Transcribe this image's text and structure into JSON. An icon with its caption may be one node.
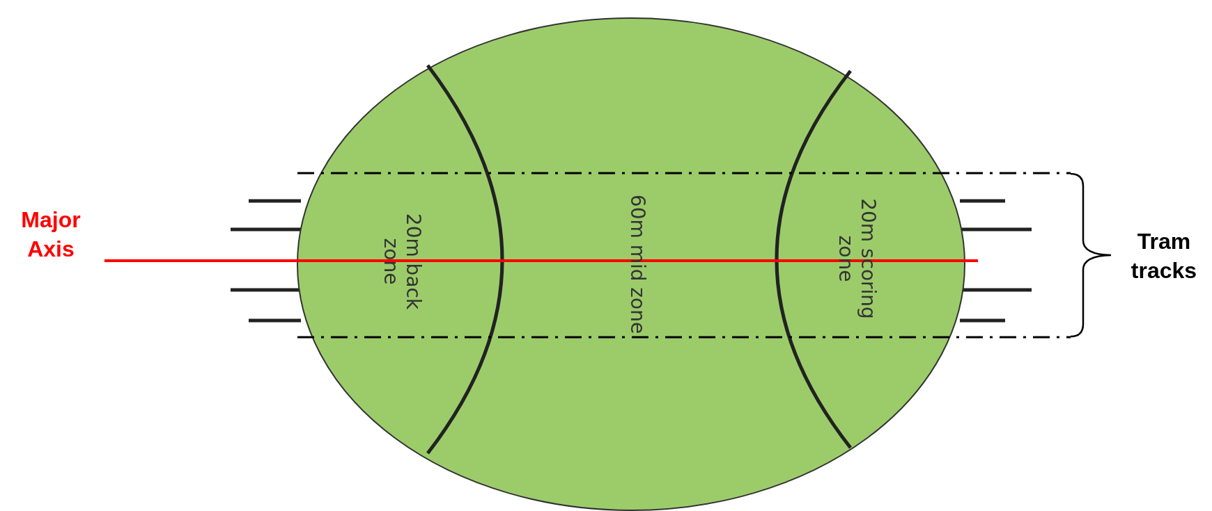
{
  "diagram": {
    "labels": [
      "Major Axis",
      "20m back zone",
      "60m mid zone",
      "20m scoring zone",
      "Tram tracks"
    ]
  }
}
